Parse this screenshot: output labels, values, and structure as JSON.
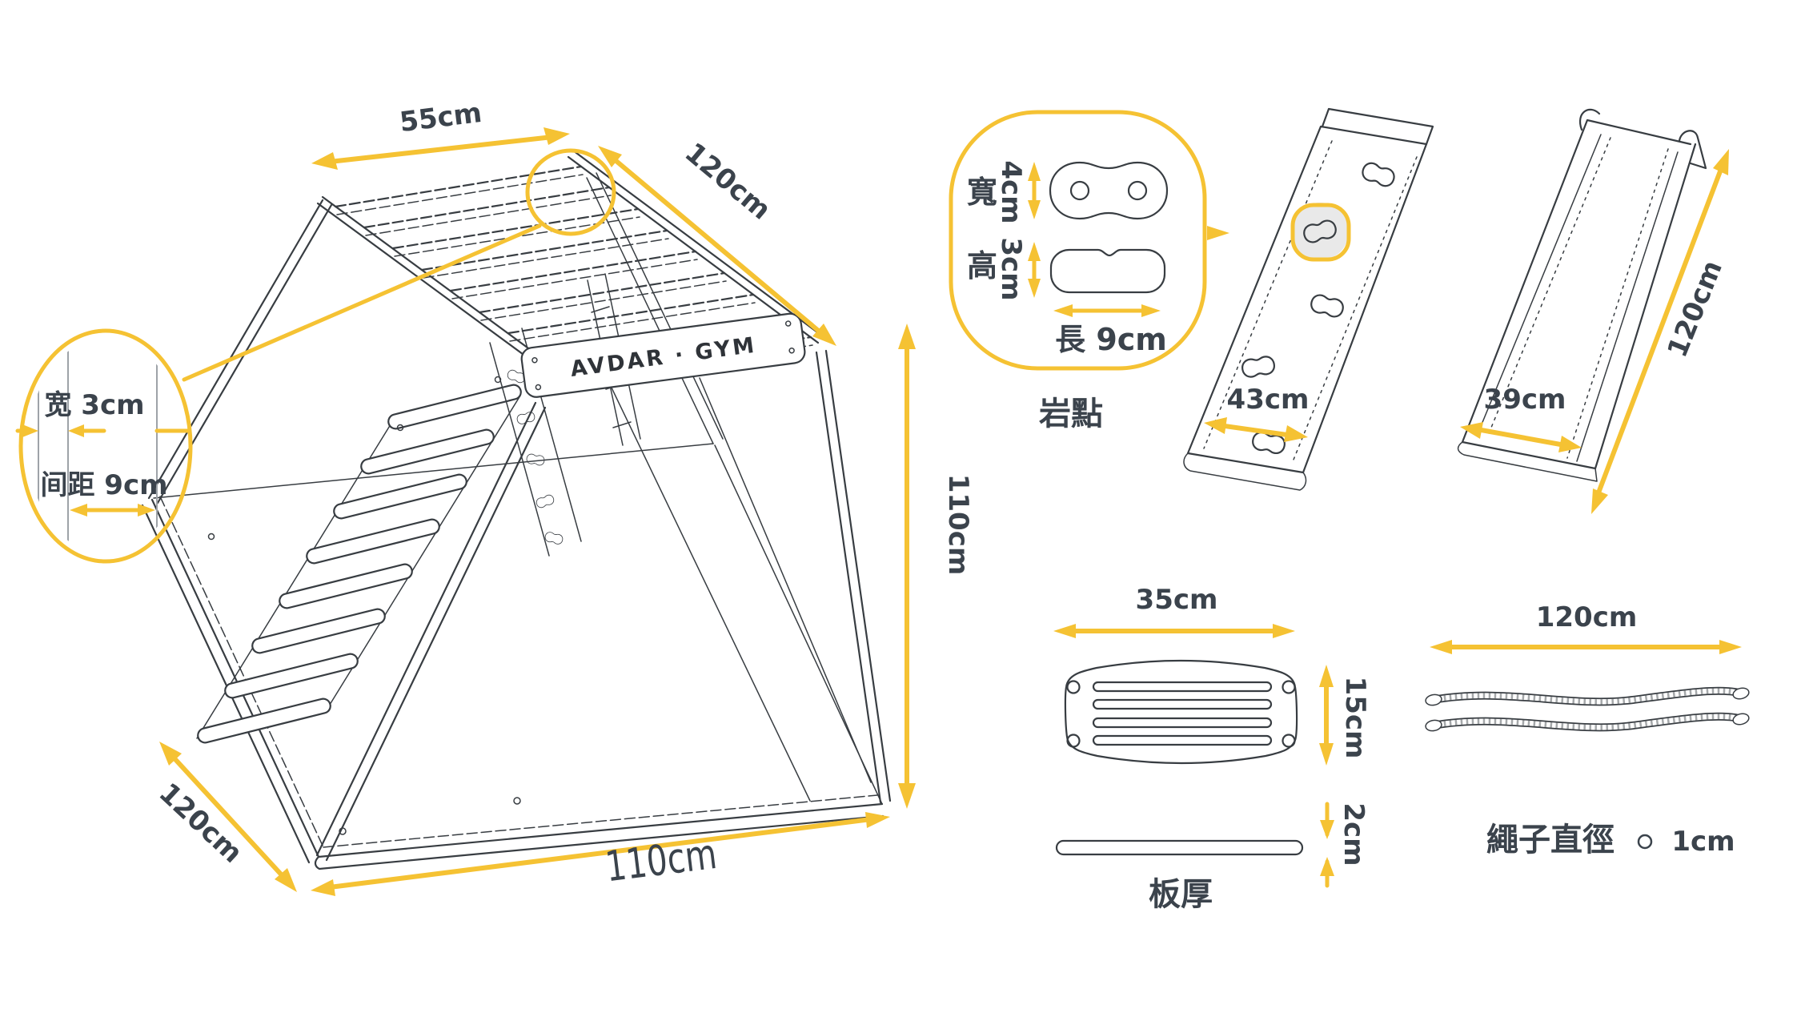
{
  "colors": {
    "accent": "#F5C233",
    "ink": "#3B434C",
    "lineart": "#383D42",
    "highlight": "#E9E9E9"
  },
  "brand": {
    "logo": "AVDAR · GYM"
  },
  "main_frame": {
    "top_width": "55cm",
    "top_depth": "120cm",
    "height": "110cm",
    "base_depth": "120cm",
    "base_width": "110cm"
  },
  "rung_detail": {
    "width": "宽 3cm",
    "spacing": "间距 9cm"
  },
  "rock_hold": {
    "width_label": "寬",
    "width_value": "4cm",
    "height_label": "高",
    "height_value": "3cm",
    "length_label": "長 9cm",
    "caption": "岩點"
  },
  "climbing_board": {
    "width": "43cm"
  },
  "slide": {
    "width": "39cm",
    "length": "120cm"
  },
  "swing_board": {
    "width": "35cm",
    "height": "15cm"
  },
  "board_thickness": {
    "caption": "板厚",
    "value": "2cm"
  },
  "rope": {
    "length": "120cm",
    "diameter_label": "繩子直徑",
    "diameter_value": "1cm"
  }
}
